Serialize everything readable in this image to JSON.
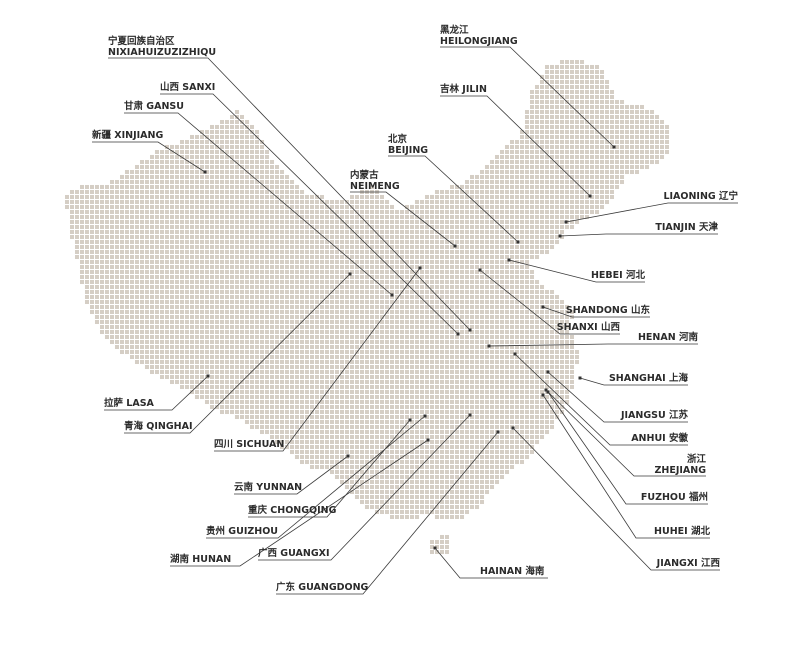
{
  "map": {
    "colors": {
      "dot": "#d5cec5",
      "line": "#3a3a3a",
      "text": "#2b2b2b",
      "marker": "#333333"
    },
    "labels": [
      {
        "id": "heilongjiang",
        "lines": [
          "黑龙江",
          "HEILONGJIANG"
        ]
      },
      {
        "id": "ningxia",
        "lines": [
          "宁夏回族自治区",
          "NIXIAHUIZUZIZHIQU"
        ]
      },
      {
        "id": "jilin",
        "lines": [
          "吉林 JILIN"
        ]
      },
      {
        "id": "sanxi",
        "lines": [
          "山西 SANXI"
        ]
      },
      {
        "id": "gansu",
        "lines": [
          "甘肃 GANSU"
        ]
      },
      {
        "id": "xinjiang",
        "lines": [
          "新疆 XINJIANG"
        ]
      },
      {
        "id": "beijing",
        "lines": [
          "北京",
          "BEIJING"
        ]
      },
      {
        "id": "neimeng",
        "lines": [
          "内蒙古",
          "NEIMENG"
        ]
      },
      {
        "id": "liaoning",
        "lines": [
          "LIAONING 辽宁"
        ]
      },
      {
        "id": "tianjin",
        "lines": [
          "TIANJIN 天津"
        ]
      },
      {
        "id": "hebei",
        "lines": [
          "HEBEI 河北"
        ]
      },
      {
        "id": "shandong",
        "lines": [
          "SHANDONG 山东"
        ]
      },
      {
        "id": "shanxi",
        "lines": [
          "SHANXI 山西"
        ]
      },
      {
        "id": "henan",
        "lines": [
          "HENAN 河南"
        ]
      },
      {
        "id": "shanghai",
        "lines": [
          "SHANGHAI 上海"
        ]
      },
      {
        "id": "lasa",
        "lines": [
          "拉萨 LASA"
        ]
      },
      {
        "id": "qinghai",
        "lines": [
          "青海 QINGHAI"
        ]
      },
      {
        "id": "jiangsu",
        "lines": [
          "JIANGSU 江苏"
        ]
      },
      {
        "id": "sichuan",
        "lines": [
          "四川 SICHUAN"
        ]
      },
      {
        "id": "anhui",
        "lines": [
          "ANHUI 安徽"
        ]
      },
      {
        "id": "zhejiang",
        "lines": [
          "浙江",
          "ZHEJIANG"
        ]
      },
      {
        "id": "yunnan",
        "lines": [
          "云南 YUNNAN"
        ]
      },
      {
        "id": "fuzhou",
        "lines": [
          "FUZHOU 福州"
        ]
      },
      {
        "id": "chongqing",
        "lines": [
          "重庆 CHONGQING"
        ]
      },
      {
        "id": "guizhou",
        "lines": [
          "贵州 GUIZHOU"
        ]
      },
      {
        "id": "huhei",
        "lines": [
          "HUHEI 湖北"
        ]
      },
      {
        "id": "hunan",
        "lines": [
          "湖南 HUNAN"
        ]
      },
      {
        "id": "guangxi",
        "lines": [
          "广西 GUANGXI"
        ]
      },
      {
        "id": "jiangxi",
        "lines": [
          "JIANGXI 江西"
        ]
      },
      {
        "id": "hainan",
        "lines": [
          "HAINAN 海南"
        ]
      },
      {
        "id": "guangdong",
        "lines": [
          "广东 GUANGDONG"
        ]
      }
    ]
  }
}
